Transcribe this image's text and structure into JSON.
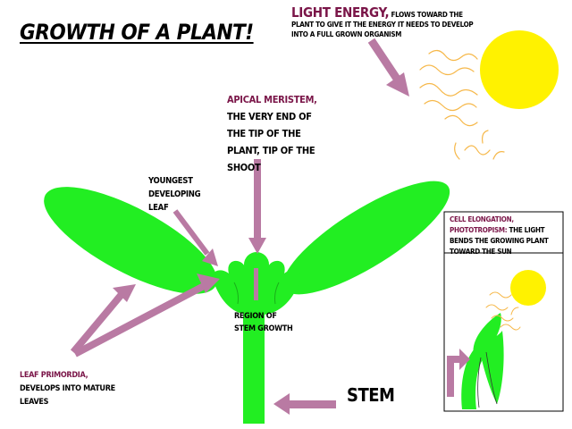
{
  "title": "Growth of a Plant!",
  "light_energy": {
    "term": "Light Energy,",
    "desc": "Flows toward the plant to give it the energy it needs to develop into a full grown organism"
  },
  "apical_meristem": {
    "term": "Apical Meristem,",
    "desc": "The very end of the tip of the plant, tip of the shoot"
  },
  "youngest_leaf": "Youngest developing leaf",
  "region_of_stem_growth": "Region of stem growth",
  "leaf_primordia": {
    "term": "Leaf Primordia,",
    "desc": "Develops into mature leaves"
  },
  "stem": "Stem",
  "cell_elongation": {
    "term": "Cell Elongation, Phototropism:",
    "desc": "The light bends the growing plant toward the sun"
  },
  "colors": {
    "plant_green": "#22ee22",
    "arrow_mauve": "#b97aa3",
    "sun_yellow": "#fff200",
    "ray_orange": "#f6b84a",
    "label_plum": "#7a1548"
  }
}
